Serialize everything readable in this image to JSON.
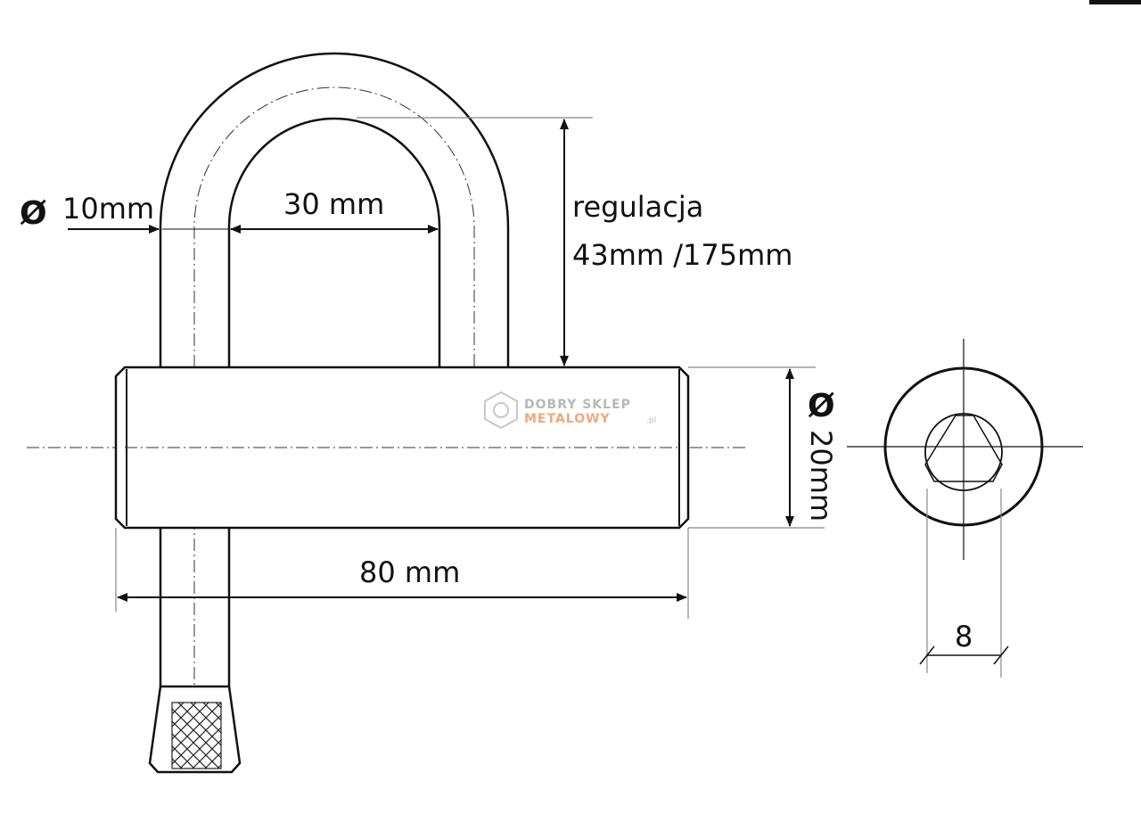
{
  "labels": {
    "diameter_symbol": "Ø",
    "rod_diameter": "10mm",
    "inner_width": "30 mm",
    "adjust_title": "regulacja",
    "adjust_values": "43mm /175mm",
    "body_diameter": "20mm",
    "body_length": "80 mm",
    "hex_size": "8"
  },
  "watermark": {
    "line1": "DOBRY SKLEP",
    "line2": "METALOWY",
    "suffix": ".pl"
  },
  "colors": {
    "line": "#111111",
    "watermark_grey": "#b8b8b8",
    "watermark_orange": "#f0a878"
  }
}
